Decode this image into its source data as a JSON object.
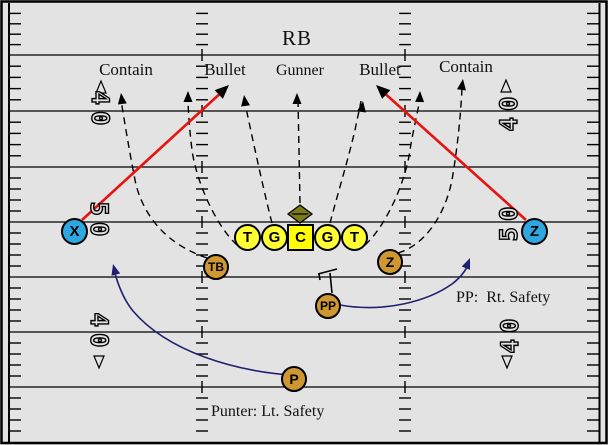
{
  "field": {
    "title": "RB",
    "lanes": [
      "Contain",
      "Bullet",
      "Gunner",
      "Bullet",
      "Contain"
    ],
    "numbers_left": [
      "40",
      "50",
      "40"
    ],
    "numbers_right": [
      "40",
      "50",
      "40"
    ],
    "notes": {
      "pp": "PP:  Rt. Safety",
      "punter": "Punter: Lt. Safety"
    }
  },
  "players": {
    "split_left": "X",
    "left_tackle": "T",
    "left_guard": "G",
    "center": "C",
    "right_guard": "G",
    "right_tackle": "T",
    "tailback": "TB",
    "wing": "Z",
    "personal_protector": "PP",
    "punter": "P",
    "split_right": "Z"
  },
  "colors": {
    "background": "#e3e3e3",
    "field_lines": "#000000",
    "line_yellow": "#ffff33",
    "center_yellow": "#ffff00",
    "backs_orange": "#ce9731",
    "split_blue": "#2ea7e0",
    "route_red": "#e8130f",
    "safety_navy": "#202070",
    "ball_olive": "#7b7b17"
  }
}
